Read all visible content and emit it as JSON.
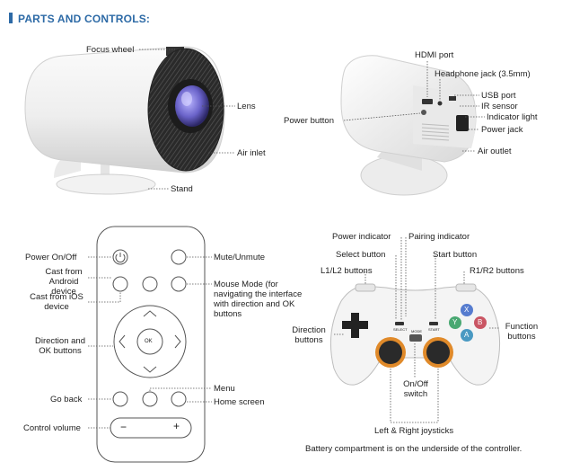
{
  "heading": "PARTS AND CONTROLS:",
  "projector_front": {
    "focus_wheel": "Focus wheel",
    "lens": "Lens",
    "air_inlet": "Air inlet",
    "stand": "Stand"
  },
  "projector_back": {
    "hdmi_port": "HDMI port",
    "headphone_jack": "Headphone jack (3.5mm)",
    "usb_port": "USB port",
    "ir_sensor": "IR sensor",
    "indicator_light": "Indicator light",
    "power_jack": "Power jack",
    "power_button": "Power button",
    "air_outlet": "Air outlet"
  },
  "remote": {
    "power": "Power On/Off",
    "cast_android": "Cast from Android device",
    "cast_ios": "Cast from iOS device",
    "direction_ok": "Direction and OK buttons",
    "go_back": "Go back",
    "control_volume": "Control volume",
    "mute": "Mute/Unmute",
    "mouse_mode": "Mouse Mode (for navigating the interface with direction and OK buttons",
    "menu": "Menu",
    "home_screen": "Home screen",
    "ok_label": "OK",
    "vol_minus": "−",
    "vol_plus": "+"
  },
  "controller": {
    "power_indicator": "Power indicator",
    "pairing_indicator": "Pairing indicator",
    "select_button": "Select button",
    "start_button": "Start button",
    "l1l2": "L1/L2 buttons",
    "r1r2": "R1/R2 buttons",
    "direction_buttons": "Direction buttons",
    "function_buttons": "Function buttons",
    "onoff_switch": "On/Off switch",
    "joysticks": "Left & Right joysticks",
    "battery_note": "Battery compartment is on the underside of the controller.",
    "select_tiny": "SELECT",
    "start_tiny": "START",
    "mode_tiny": "MODE",
    "btn_x": "X",
    "btn_y": "Y",
    "btn_a": "A",
    "btn_b": "B"
  },
  "colors": {
    "heading": "#2d6aa6",
    "lens": "#6a63c9",
    "btn_x": "#3a66c8",
    "btn_y": "#2a9a5a",
    "btn_a": "#2a88b8",
    "btn_b": "#c23a4a",
    "joystick_ring": "#e08a2a"
  }
}
